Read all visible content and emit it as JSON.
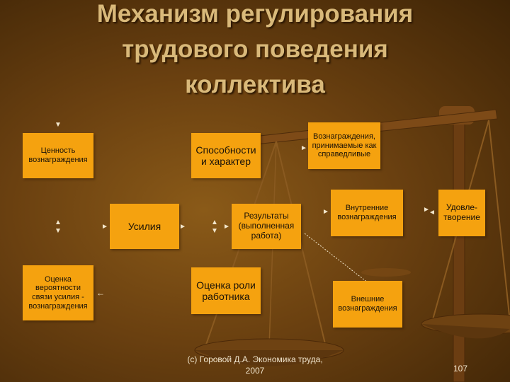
{
  "title": {
    "line1": "Механизм регулирования",
    "line2": "трудового поведения",
    "line3": "коллектива"
  },
  "boxes": {
    "value": "Ценность\nвознаграждения",
    "effort": "Усилия",
    "probability": "Оценка\nвероятности\nсвязи усилия -\nвознаграждения",
    "abilities": "Способности\nи характер",
    "results": "Результаты\n(выполненная\nработа)",
    "role": "Оценка роли\nработника",
    "fair": "Вознаграждения,\nпринимаемые как\nсправедливые",
    "internal": "Внутренние\nвознаграждения",
    "external": "Внешние\nвознаграждения",
    "satisfaction": "Удовле-\nтворение"
  },
  "footer": "(c) Горовой Д.А. Экономика труда,\n2007",
  "page_number": "107"
}
